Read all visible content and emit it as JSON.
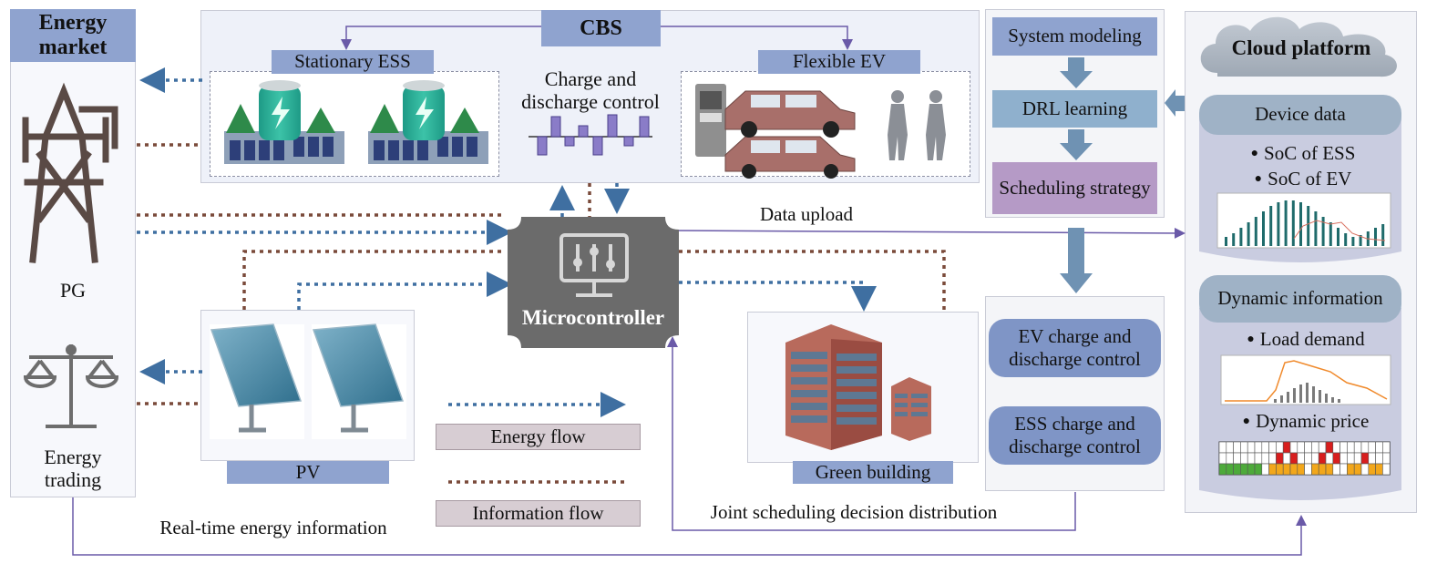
{
  "energy_market": {
    "title": "Energy market",
    "pg_label": "PG",
    "trading_label": "Energy trading"
  },
  "cbs": {
    "title": "CBS",
    "ess_label": "Stationary ESS",
    "ev_label": "Flexible EV",
    "control_label": "Charge and discharge control"
  },
  "microcontroller": {
    "label": "Microcontroller"
  },
  "pv": {
    "label": "PV"
  },
  "building": {
    "label": "Green building"
  },
  "legend": {
    "energy_flow": "Energy flow",
    "information_flow": "Information flow"
  },
  "drl": {
    "system_modeling": "System modeling",
    "drl_learning": "DRL learning",
    "scheduling_strategy": "Scheduling strategy"
  },
  "decisions": {
    "ev_control": "EV charge and discharge control",
    "ess_control": "ESS charge and discharge control"
  },
  "cloud": {
    "title": "Cloud platform",
    "device_data_header": "Device data",
    "soc_ess": "SoC of ESS",
    "soc_ev": "SoC of EV",
    "dynamic_header": "Dynamic information",
    "load_demand": "Load demand",
    "dynamic_price": "Dynamic price"
  },
  "annotations": {
    "data_upload": "Data upload",
    "real_time_info": "Real-time energy information",
    "joint_scheduling": "Joint scheduling decision distribution"
  },
  "colors": {
    "energy_flow": "#3f6fa1",
    "information_flow": "#7a4a3a",
    "control_line": "#6a5aa8",
    "label_blue": "#8fa3cf",
    "arrow_steel": "#6f92b3",
    "scheduling_purple": "#b59ac6",
    "micro_gray": "#6b6b6b",
    "legend_box": "#d7cdd3"
  }
}
